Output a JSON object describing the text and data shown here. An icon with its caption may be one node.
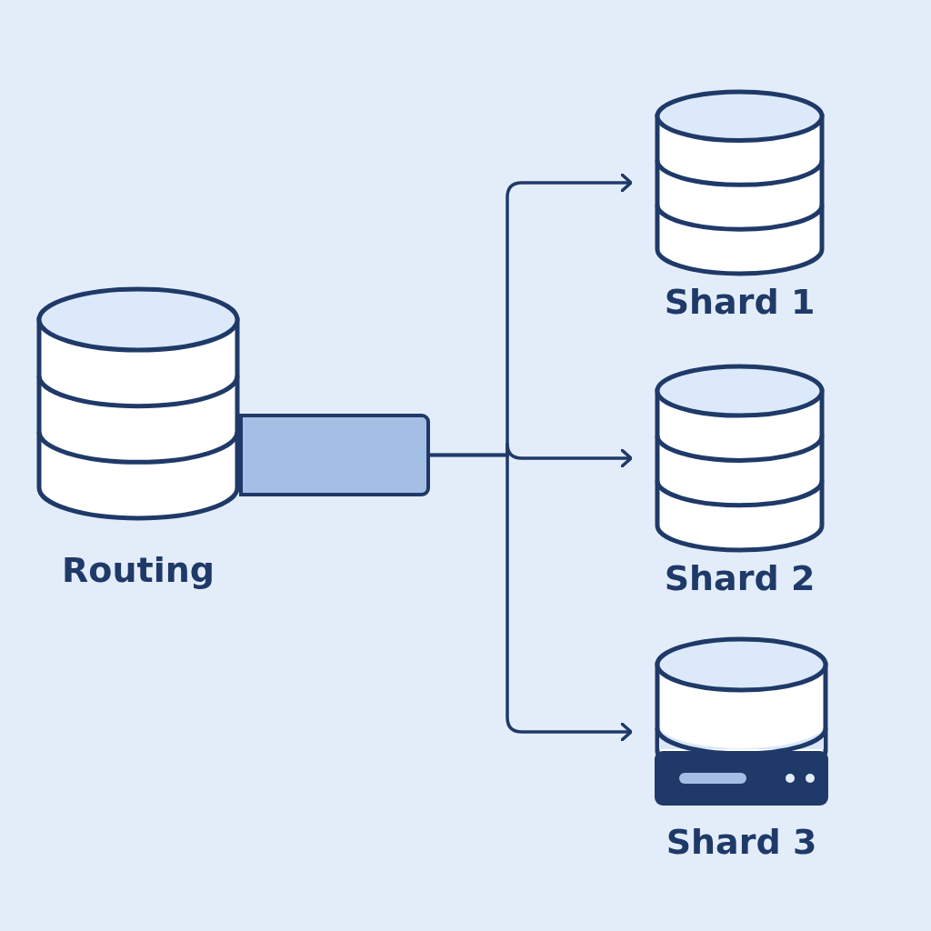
{
  "diagram": {
    "nodes": [
      {
        "text": [
          "Routing"
        ]
      },
      {
        "text": [],
        "shape": "box"
      },
      {
        "text": [
          "Shard 1"
        ]
      },
      {
        "text": [
          "Shard 2"
        ]
      },
      {
        "text": [
          "Shard 3"
        ]
      }
    ],
    "edges": [
      {
        "from": 1,
        "to": 2,
        "arrow": "to"
      },
      {
        "from": 1,
        "to": 3,
        "arrow": "to"
      },
      {
        "from": 1,
        "to": 4,
        "arrow": "to"
      }
    ]
  }
}
